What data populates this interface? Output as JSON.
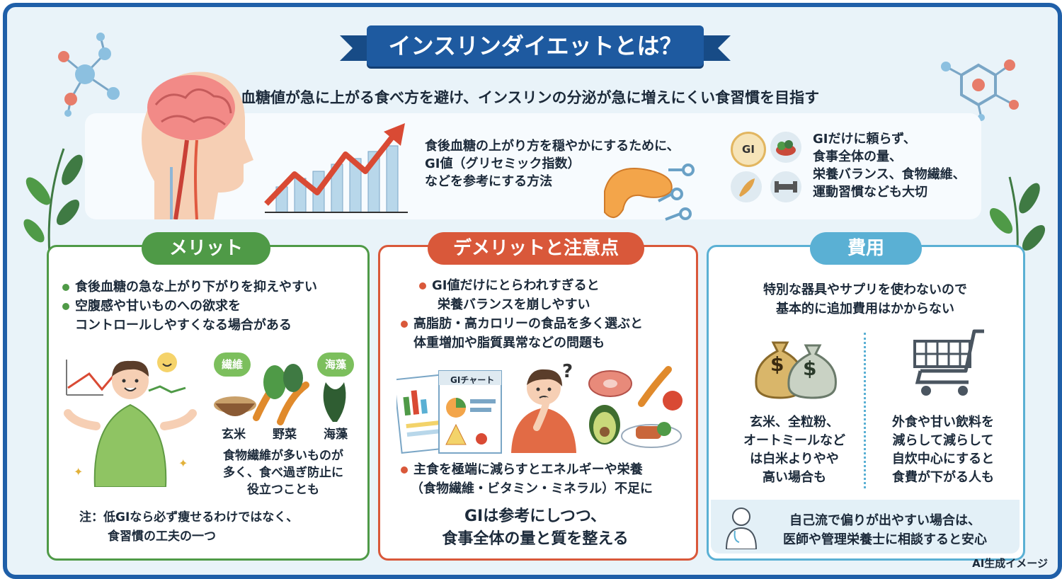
{
  "header": {
    "title": "インスリンダイエットとは？",
    "subtitle": "血糖値が急に上がる食べ方を避け、インスリンの分泌が急に増えにくい食習慣を目指す"
  },
  "overview": {
    "method_lines": [
      "食後血糖の上がり方を穏やかにするために、",
      "GI値（グリセミック指数）",
      "などを参考にする方法"
    ],
    "gi_badge": "GI",
    "advice_lines": [
      "GIだけに頼らず、",
      "食事全体の量、",
      "栄養バランス、食物繊維、",
      "運動習慣なども大切"
    ]
  },
  "merit": {
    "title": "メリット",
    "bullets": [
      [
        "食後血糖の急な上がり下がりを抑えやすい"
      ],
      [
        "空腹感や甘いものへの欲求を",
        "コントロールしやすくなる場合がある"
      ]
    ],
    "tags": [
      "繊維",
      "海藻"
    ],
    "foods": [
      "玄米",
      "野菜",
      "海藻"
    ],
    "fiber_note": [
      "食物繊維が多いものが",
      "多く、食べ過ぎ防止に",
      "役立つことも"
    ],
    "note": [
      "注：低GIなら必ず痩せるわけではなく、",
      "食習慣の工夫の一つ"
    ]
  },
  "demerit": {
    "title": "デメリットと注意点",
    "bullets": [
      [
        "GI値だけにとらわれすぎると",
        "栄養バランスを崩しやすい"
      ],
      [
        "高脂肪・高カロリーの食品を多く選ぶと",
        "体重増加や脂質異常などの問題も"
      ],
      [
        "主食を極端に減らすとエネルギーや栄養",
        "（食物繊維・ビタミン・ミネラル）不足に"
      ]
    ],
    "chart_label": "GIチャート",
    "question_mark": "?",
    "conclusion": [
      "GIは参考にしつつ、",
      "食事全体の量と質を整える"
    ]
  },
  "cost": {
    "title": "費用",
    "intro": [
      "特別な器具やサプリを使わないので",
      "基本的に追加費用はかからない"
    ],
    "dollar": "$",
    "left": [
      "玄米、全粒粉、",
      "オートミールなど",
      "は白米よりやや",
      "高い場合も"
    ],
    "right": [
      "外食や甘い飲料を",
      "減らして減らして",
      "自炊中心にすると",
      "食費が下がる人も"
    ],
    "consult": [
      "自己流で偏りが出やすい場合は、",
      "医師や管理栄養士に相談すると安心"
    ]
  },
  "watermark": "AI生成イメージ",
  "colors": {
    "frame": "#1f5fa8",
    "merit": "#4f9a47",
    "demerit": "#d9583a",
    "cost": "#5ab0d4",
    "background": "#e9f3f9"
  }
}
